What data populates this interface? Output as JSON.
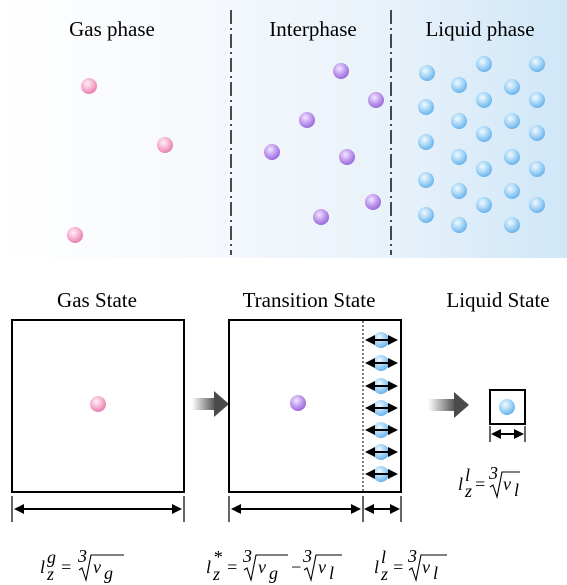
{
  "phases": {
    "gas": "Gas phase",
    "interphase": "Interphase",
    "liquid": "Liquid phase"
  },
  "states": {
    "gas": "Gas State",
    "transition": "Transition State",
    "liquid": "Liquid State"
  },
  "formulas": {
    "gas": {
      "symbol": "l",
      "sub": "z",
      "sup": "g",
      "rhs": "v",
      "rhs_sub": "g"
    },
    "liquid_right": {
      "symbol": "l",
      "sub": "z",
      "sup": "l",
      "rhs": "v",
      "rhs_sub": "l"
    },
    "transition": {
      "symbol": "l",
      "sub": "z",
      "sup": "*",
      "rhs_a": "v",
      "rhs_a_sub": "g",
      "rhs_b": "v",
      "rhs_b_sub": "l"
    },
    "transition_liquid": {
      "symbol": "l",
      "sub": "z",
      "sup": "l",
      "rhs": "v",
      "rhs_sub": "l"
    },
    "root_index": "3"
  },
  "colors": {
    "gas_particle": "#f5a6c8",
    "gas_particle_core": "#fde3ee",
    "inter_particle": "#b88ae6",
    "inter_particle_core": "#ead9fb",
    "liquid_particle": "#8ec8f2",
    "liquid_particle_core": "#e2f3ff",
    "liquid_bg": "#d6ecfa",
    "inter_bg": "#eef4fb"
  }
}
